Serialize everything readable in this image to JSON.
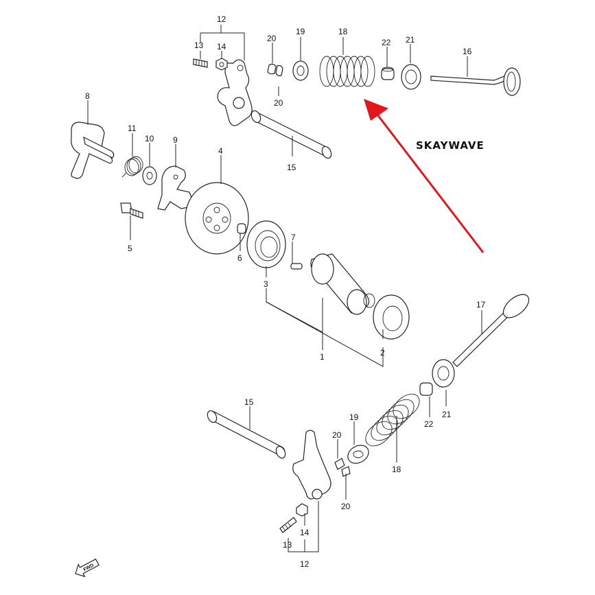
{
  "brand_label": "SKAYWAVE",
  "fwd_label": "FWD",
  "accent_color": "#e3161b",
  "callouts": {
    "p1": "1",
    "p2": "2",
    "p3": "3",
    "p4": "4",
    "p5": "5",
    "p6": "6",
    "p7": "7",
    "p8": "8",
    "p9": "9",
    "p10": "10",
    "p11": "11",
    "p12_top": "12",
    "p13_top": "13",
    "p14_top": "14",
    "p15_top": "15",
    "p16": "16",
    "p17": "17",
    "p18_top": "18",
    "p19_top": "19",
    "p20_top_a": "20",
    "p20_top_b": "20",
    "p21_top": "21",
    "p22_top": "22",
    "p12_bot": "12",
    "p13_bot": "13",
    "p14_bot": "14",
    "p15_bot": "15",
    "p18_bot": "18",
    "p19_bot": "19",
    "p20_bot_a": "20",
    "p20_bot_b": "20",
    "p21_bot": "21",
    "p22_bot": "22"
  }
}
